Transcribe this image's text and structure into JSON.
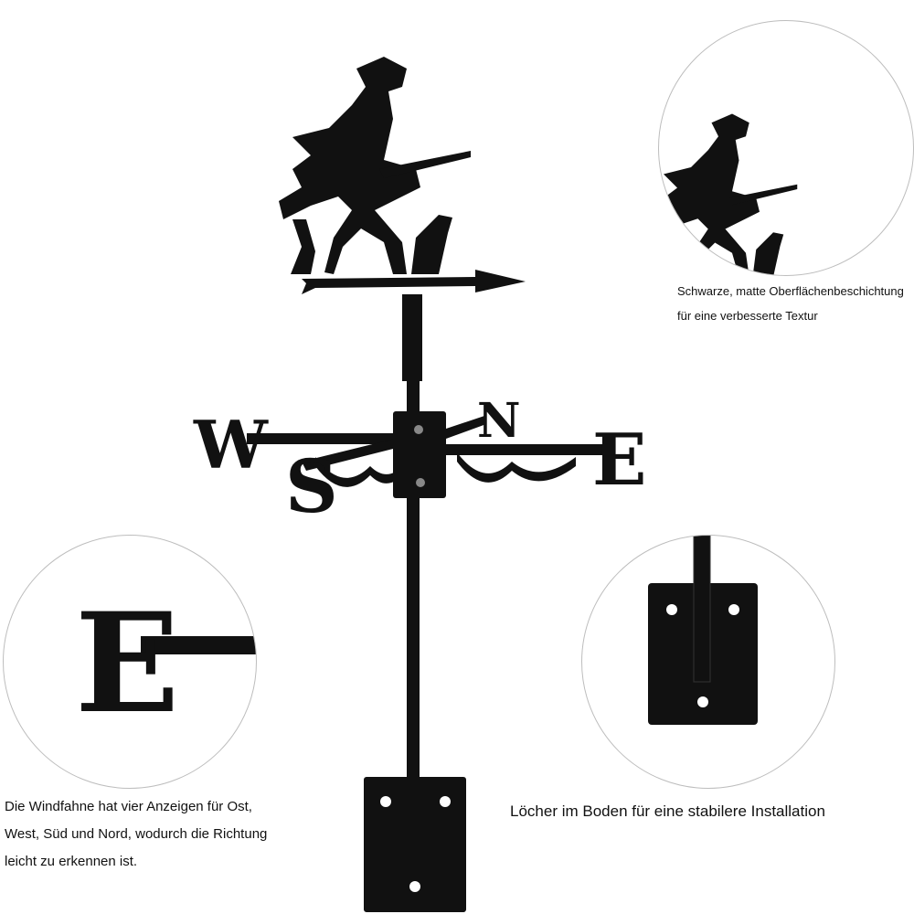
{
  "captions": {
    "coating_line1": "Schwarze, matte Oberflächenbeschichtung",
    "coating_line2": "für eine verbesserte Textur",
    "directions_line1": "Die Windfahne hat vier Anzeigen für Ost,",
    "directions_line2": "West, Süd und Nord, wodurch die Richtung",
    "directions_line3": "leicht zu erkennen ist.",
    "holes": "Löcher im Boden für eine stabilere Installation"
  },
  "compass": {
    "west": "W",
    "east": "E",
    "north": "N",
    "south": "S"
  },
  "colors": {
    "product": "#111111",
    "circle_border": "#bdbdbd",
    "background": "#ffffff"
  }
}
